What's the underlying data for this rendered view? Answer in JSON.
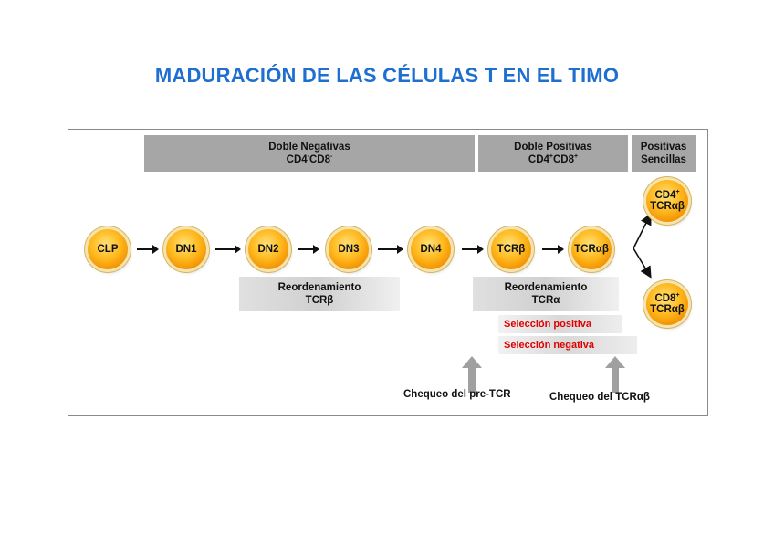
{
  "title": "MADURACIÓN DE LAS CÉLULAS T EN EL TIMO",
  "stages": {
    "doble_negativas": {
      "line1": "Doble Negativas",
      "cd4": "CD4",
      "cd4_sup": "-",
      "cd8": "CD8",
      "cd8_sup": "-"
    },
    "doble_positivas": {
      "line1": "Doble Positivas",
      "cd4": "CD4",
      "cd4_sup": "+",
      "cd8": "CD8",
      "cd8_sup": "+"
    },
    "positivas_sencillas": {
      "line1": "Positivas",
      "line2": "Sencillas"
    }
  },
  "cells": {
    "clp": "CLP",
    "dn1": "DN1",
    "dn2": "DN2",
    "dn3": "DN3",
    "dn4": "DN4",
    "tcrb": "TCRβ",
    "tcrab": "TCRαβ",
    "cd4_single": {
      "line1": "CD4",
      "sup": "+",
      "line2": "TCRαβ"
    },
    "cd8_single": {
      "line1": "CD8",
      "sup": "+",
      "line2": "TCRαβ"
    }
  },
  "rearrangements": {
    "beta": {
      "line1": "Reordenamiento",
      "line2": "TCRβ"
    },
    "alpha": {
      "line1": "Reordenamiento",
      "line2": "TCRα"
    }
  },
  "selection": {
    "positive": "Selección positiva",
    "negative": "Selección negativa"
  },
  "checkpoints": {
    "pre_tcr": "Chequeo del pre-TCR",
    "tcrab": "Chequeo del TCRαβ"
  },
  "colors": {
    "title": "#1f6fd0",
    "stage_band": "#a6a6a6",
    "selection_text": "#e00000",
    "cell_fill": "#ffb81c",
    "up_arrow": "#a0a0a0"
  }
}
